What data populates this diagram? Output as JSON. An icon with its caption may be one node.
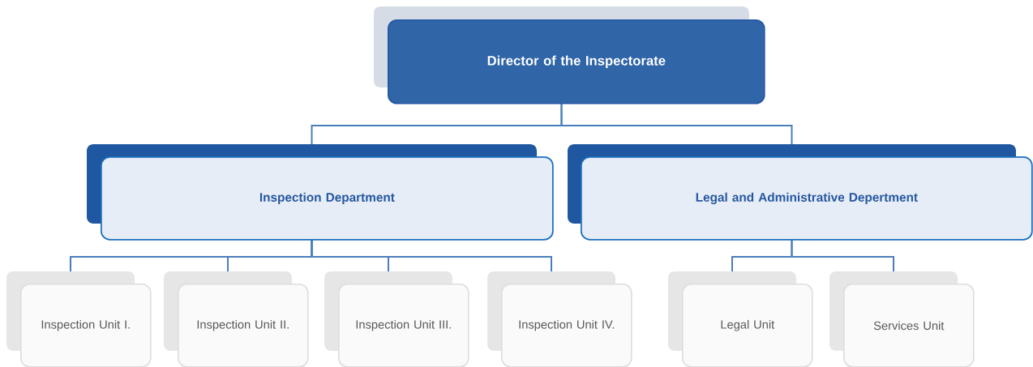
{
  "diagram": {
    "nodes": [
      {
        "text": [
          "Director of the Inspectorate"
        ]
      },
      {
        "text": [
          "Inspection Department"
        ]
      },
      {
        "text": [
          "Legal and Administrative Depertment"
        ]
      },
      {
        "text": [
          "Inspection Unit I."
        ]
      },
      {
        "text": [
          "Inspection Unit II."
        ]
      },
      {
        "text": [
          "Inspection Unit III."
        ]
      },
      {
        "text": [
          "Inspection Unit IV."
        ]
      },
      {
        "text": [
          "Legal Unit"
        ]
      },
      {
        "text": [
          "Services Unit"
        ]
      }
    ],
    "edges": [
      {
        "from": 0,
        "to": 1,
        "arrow": "none"
      },
      {
        "from": 0,
        "to": 2,
        "arrow": "none"
      },
      {
        "from": 1,
        "to": 3,
        "arrow": "none"
      },
      {
        "from": 1,
        "to": 4,
        "arrow": "none"
      },
      {
        "from": 1,
        "to": 5,
        "arrow": "none"
      },
      {
        "from": 1,
        "to": 6,
        "arrow": "none"
      },
      {
        "from": 2,
        "to": 7,
        "arrow": "none"
      },
      {
        "from": 2,
        "to": 8,
        "arrow": "none"
      }
    ]
  }
}
